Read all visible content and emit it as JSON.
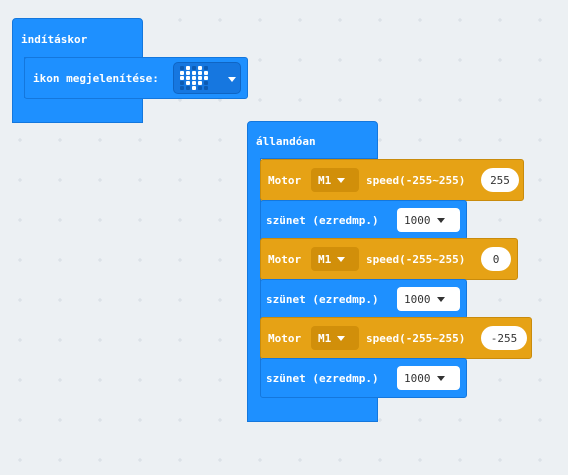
{
  "colors": {
    "workspace": "#ecf0f3",
    "grid_mark": "#d6dde3",
    "basic_blue": "#1e90ff",
    "motor_orange": "#e6a215"
  },
  "on_start": {
    "hat_label": "indításkor",
    "show_icon_label": "ikon megjelenítése:",
    "icon": "heart-icon"
  },
  "forever": {
    "hat_label": "állandóan",
    "motor_label": "Motor",
    "speed_label": "speed(-255~255)",
    "pause_label": "szünet (ezredmp.)",
    "rows": [
      {
        "motor": "M1",
        "speed": "255",
        "pause": "1000"
      },
      {
        "motor": "M1",
        "speed": "0",
        "pause": "1000"
      },
      {
        "motor": "M1",
        "speed": "-255",
        "pause": "1000"
      }
    ]
  }
}
